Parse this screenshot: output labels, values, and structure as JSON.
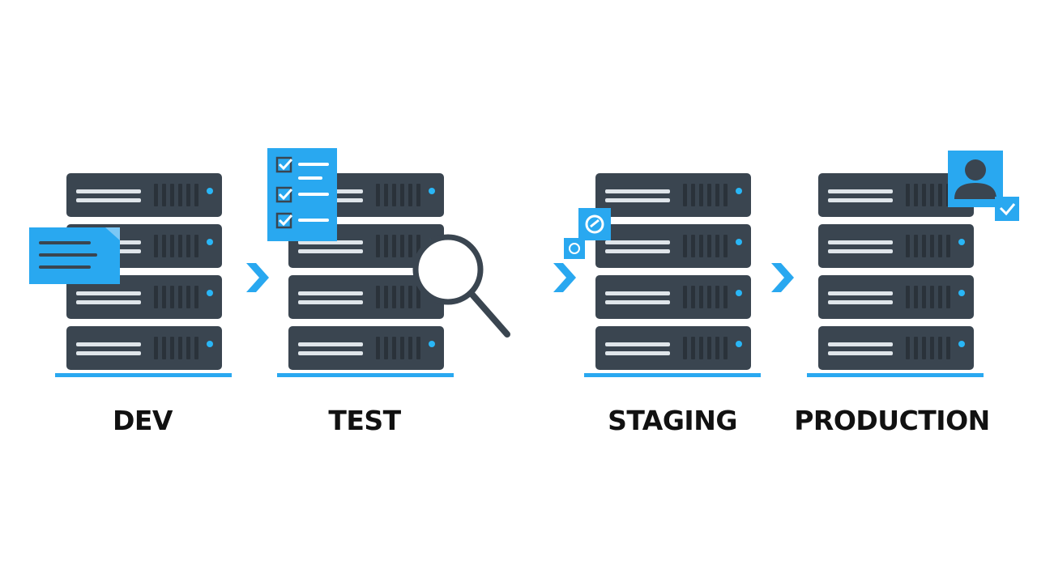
{
  "colors": {
    "server_body": "#3a4550",
    "server_slot": "#dfe5ea",
    "server_vent": "#2a323a",
    "server_led": "#29b6f6",
    "accent": "#29a8f0",
    "base_line": "#29a8f0",
    "label_text": "#111111",
    "card_white": "#ffffff"
  },
  "stages": [
    {
      "id": "dev",
      "label": "DEV",
      "icon": "chat-bubble-icon"
    },
    {
      "id": "test",
      "label": "TEST",
      "icon": "checklist-icon"
    },
    {
      "id": "staging",
      "label": "STAGING",
      "icon": "shield-badge-icon"
    },
    {
      "id": "production",
      "label": "PRODUCTION",
      "icon": "user-badge-icon"
    }
  ],
  "connectors": [
    {
      "from": "dev",
      "to": "test",
      "icon": "chevron-right-icon"
    },
    {
      "from": "test",
      "to": "staging",
      "icon": "chevron-right-icon"
    },
    {
      "from": "staging",
      "to": "production",
      "icon": "chevron-right-icon"
    }
  ],
  "overlays": [
    {
      "stage": "test",
      "icon": "magnifier-icon"
    },
    {
      "stage": "production",
      "icon": "check-badge-icon"
    }
  ]
}
